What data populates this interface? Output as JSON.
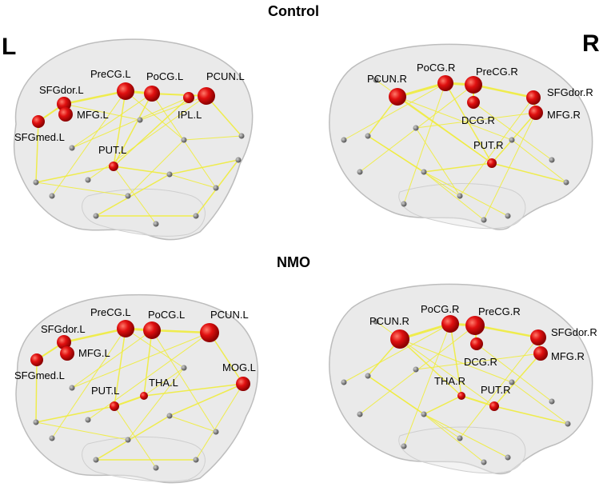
{
  "hemisphere_labels": {
    "left": "L",
    "right": "R"
  },
  "colors": {
    "hub": "#e01010",
    "node": "#8a8a8a",
    "edge": "#f0ec3c",
    "brain": "#d9d9d9"
  },
  "panels": [
    {
      "group": "Control",
      "side": "left",
      "hub_labels": [
        "PreCG.L",
        "PoCG.L",
        "PCUN.L",
        "SFGdor.L",
        "MFG.L",
        "IPL.L",
        "SFGmed.L",
        "PUT.L"
      ]
    },
    {
      "group": "Control",
      "side": "right",
      "hub_labels": [
        "PCUN.R",
        "PoCG.R",
        "PreCG.R",
        "SFGdor.R",
        "MFG.R",
        "DCG.R",
        "PUT.R"
      ]
    },
    {
      "group": "NMO",
      "side": "left",
      "hub_labels": [
        "PreCG.L",
        "PoCG.L",
        "PCUN.L",
        "SFGdor.L",
        "MFG.L",
        "SFGmed.L",
        "PUT.L",
        "THA.L",
        "MOG.L"
      ]
    },
    {
      "group": "NMO",
      "side": "right",
      "hub_labels": [
        "PCUN.R",
        "PoCG.R",
        "PreCG.R",
        "SFGdor.R",
        "MFG.R",
        "DCG.R",
        "THA.R",
        "PUT.R"
      ]
    }
  ]
}
